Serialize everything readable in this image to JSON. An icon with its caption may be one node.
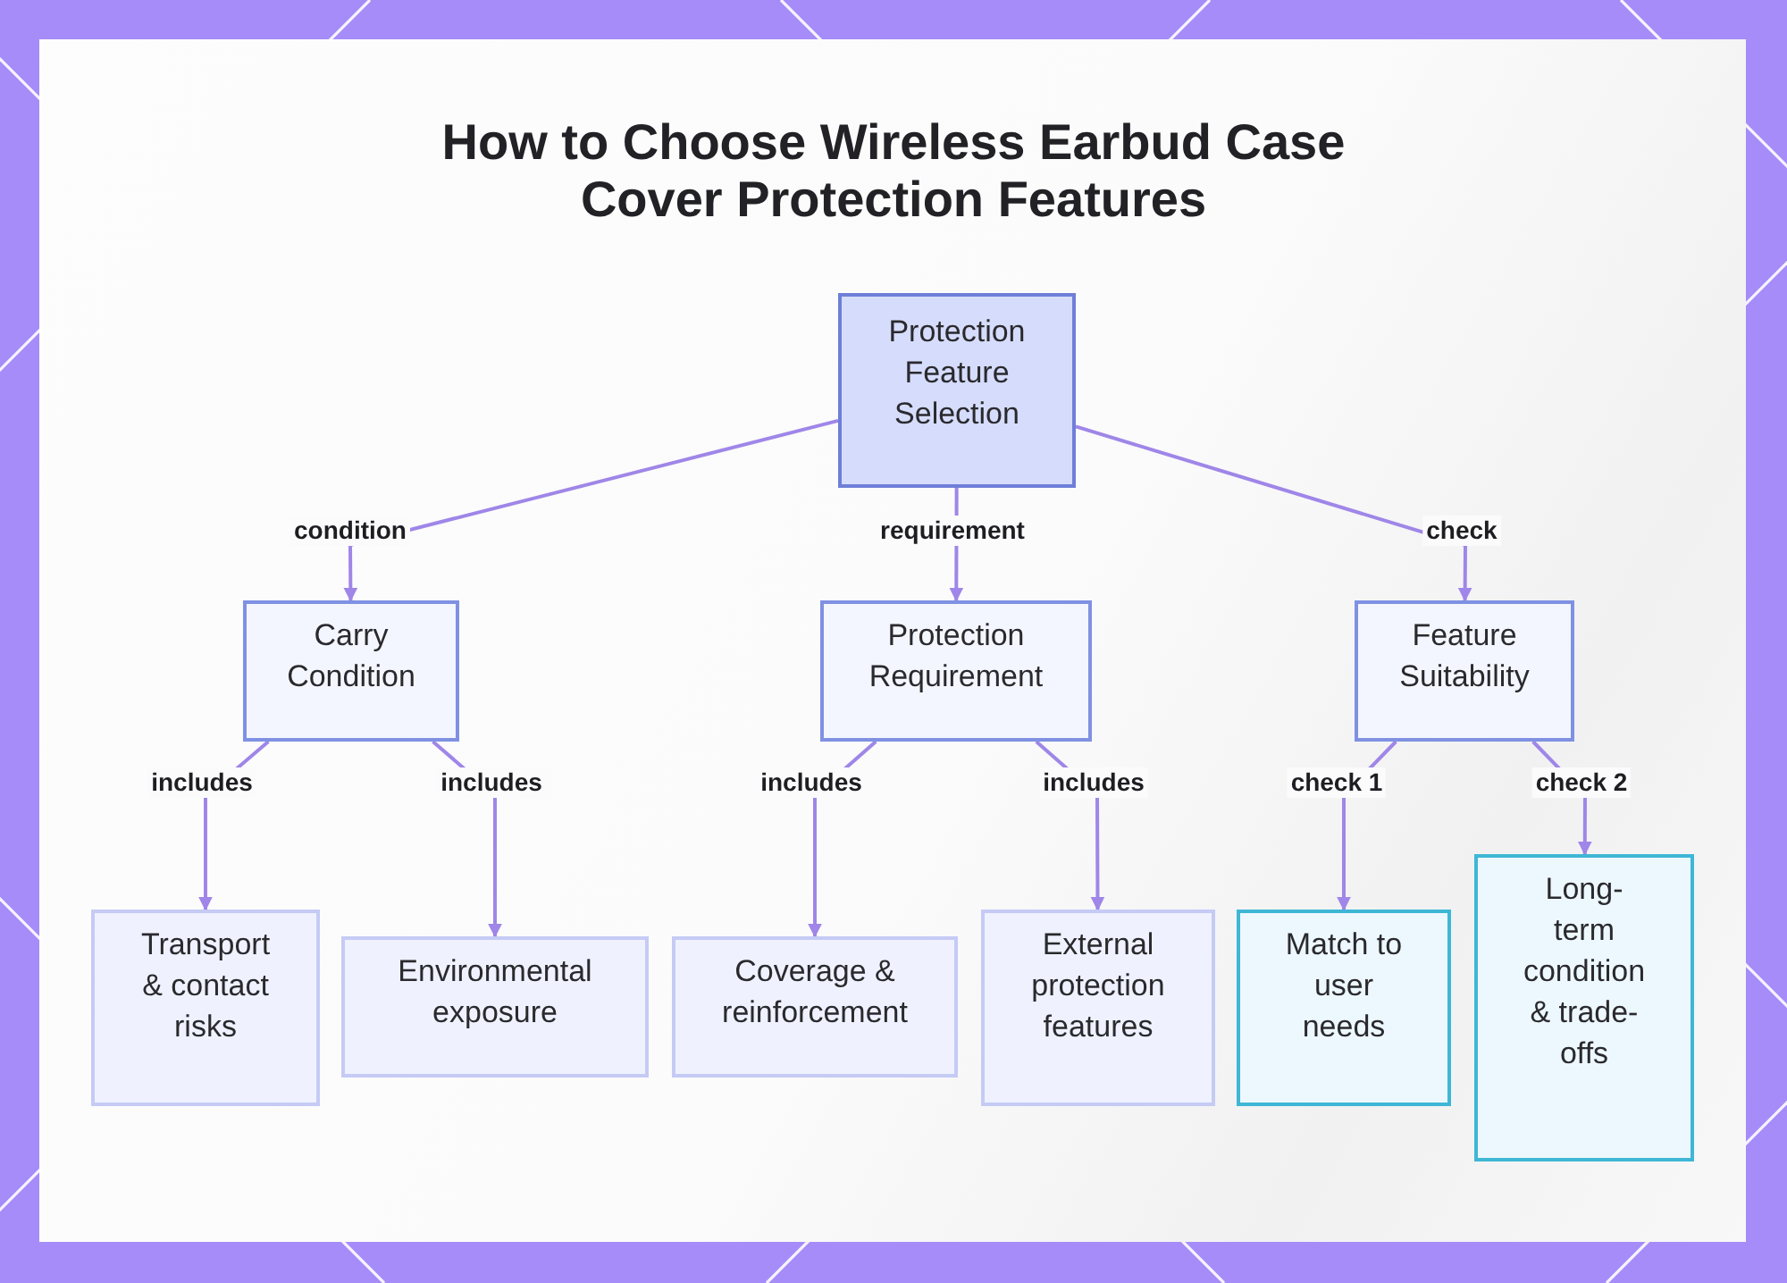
{
  "diagram": {
    "title": "How to Choose Wireless Earbud Case Cover Protection Features",
    "nodes": [
      {
        "text": [
          "Protection Feature Selection"
        ]
      },
      {
        "text": [
          "Carry Condition"
        ]
      },
      {
        "text": [
          "Protection Requirement"
        ]
      },
      {
        "text": [
          "Feature Suitability"
        ]
      },
      {
        "text": [
          "Transport & contact risks"
        ]
      },
      {
        "text": [
          "Environmental exposure"
        ]
      },
      {
        "text": [
          "Coverage & reinforcement"
        ]
      },
      {
        "text": [
          "External protection features"
        ]
      },
      {
        "text": [
          "Match to user needs"
        ]
      },
      {
        "text": [
          "Long-term condition & trade-offs"
        ]
      }
    ],
    "edges": [
      {
        "from": 0,
        "to": 1,
        "arrow": "to",
        "label": "condition"
      },
      {
        "from": 0,
        "to": 2,
        "arrow": "to",
        "label": "requirement"
      },
      {
        "from": 0,
        "to": 3,
        "arrow": "to",
        "label": "check"
      },
      {
        "from": 1,
        "to": 4,
        "arrow": "to",
        "label": "includes"
      },
      {
        "from": 1,
        "to": 5,
        "arrow": "to",
        "label": "includes"
      },
      {
        "from": 2,
        "to": 6,
        "arrow": "to",
        "label": "includes"
      },
      {
        "from": 2,
        "to": 7,
        "arrow": "to",
        "label": "includes"
      },
      {
        "from": 3,
        "to": 8,
        "arrow": "to",
        "label": "check 1"
      },
      {
        "from": 3,
        "to": 9,
        "arrow": "to",
        "label": "check 2"
      }
    ]
  }
}
